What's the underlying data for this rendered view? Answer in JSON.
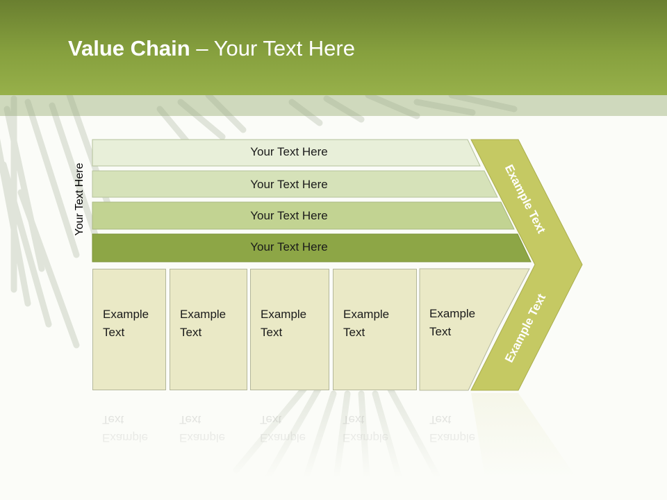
{
  "title": {
    "bold": "Value Chain",
    "rest": " – Your Text Here"
  },
  "vertical_label": "Your Text Here",
  "bars": [
    {
      "label": "Your Text Here",
      "color": "#e8efd9"
    },
    {
      "label": "Your Text Here",
      "color": "#d6e2b9"
    },
    {
      "label": "Your Text Here",
      "color": "#c2d392"
    },
    {
      "label": "Your Text Here",
      "color": "#8da646"
    }
  ],
  "boxes": [
    {
      "line1": "Example",
      "line2": "Text"
    },
    {
      "line1": "Example",
      "line2": "Text"
    },
    {
      "line1": "Example",
      "line2": "Text"
    },
    {
      "line1": "Example",
      "line2": "Text"
    },
    {
      "line1": "Example",
      "line2": "Text"
    }
  ],
  "chevron": {
    "top_label": "Example Text",
    "bottom_label": "Example Text",
    "color": "#c5c963"
  },
  "colors": {
    "header": "#86a03e",
    "box_fill": "#eae9c6"
  }
}
